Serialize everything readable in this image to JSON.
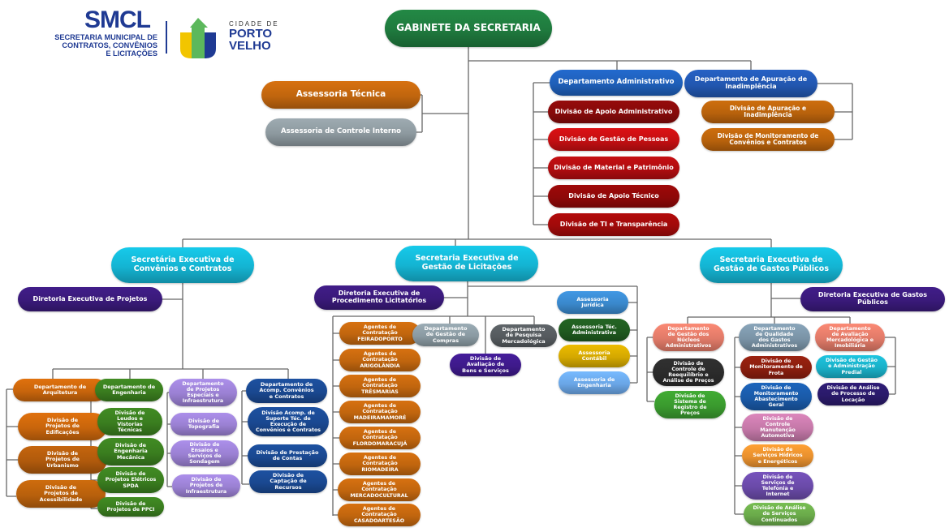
{
  "logo": {
    "acronym": "SMCL",
    "name": "SECRETARIA MUNICIPAL DE\nCONTRATOS, CONVÊNIOS\nE LICITAÇÕES",
    "city_small": "CIDADE DE",
    "city_name": "PORTO\nVELHO",
    "colors": {
      "blue": "#1f3a93",
      "green": "#5cb85c",
      "yellow": "#f2c500"
    }
  },
  "nodes": [
    {
      "id": "gabinete",
      "text": "GABINETE DA SECRETARIA",
      "color": "#1f7a3e"
    },
    {
      "id": "assessoria-tecnica",
      "text": "Assessoria Técnica",
      "color": "#c0650e"
    },
    {
      "id": "assessoria-controle-interno",
      "text": "Assessoria de Controle Interno",
      "color": "#8d999f"
    },
    {
      "id": "dep-administrativo",
      "text": "Departamento Administrativo",
      "color": "#1f5fb8"
    },
    {
      "id": "div-apoio-administrativo",
      "text": "Divisão de Apoio Administrativo",
      "color": "#860a0a"
    },
    {
      "id": "div-gestao-pessoas",
      "text": "Divisão de Gestão de Pessoas",
      "color": "#c40f12"
    },
    {
      "id": "div-material-patrimonio",
      "text": "Divisão de Material e Patrimônio",
      "color": "#b00d10"
    },
    {
      "id": "div-apoio-tecnico",
      "text": "Divisão de Apoio Técnico",
      "color": "#8e0808"
    },
    {
      "id": "div-ti-transparencia",
      "text": "Divisão de TI e Transparência",
      "color": "#a00a0a"
    },
    {
      "id": "dep-apuracao-inadimplencia",
      "text": "Departamento de Apuração de\nInadimplência",
      "color": "#2257b0"
    },
    {
      "id": "div-apuracao-inadimplencia",
      "text": "Divisão de Apuração e\nInadimplência",
      "color": "#b8620c"
    },
    {
      "id": "div-monitoramento-convenios",
      "text": "Divisão de Monitoramento de\nConvênios e Contratos",
      "color": "#b8620c"
    },
    {
      "id": "sec-convenios-contratos",
      "text": "Secretária Executiva de\nConvênios e Contratos",
      "color": "#14b4d2"
    },
    {
      "id": "sec-gestao-licitacoes",
      "text": "Secretaria Executiva de\nGestão de Licitações",
      "color": "#14b4d2"
    },
    {
      "id": "sec-gastos-publicos",
      "text": "Secretaria Executiva de\nGestão de Gastos Públicos",
      "color": "#14b4d2"
    },
    {
      "id": "dir-exec-projetos",
      "text": "Diretoria  Executiva de Projetos",
      "color": "#3a1a7a"
    },
    {
      "id": "dep-arquitetura",
      "text": "Departamento de\nArquitetura",
      "color": "#c8650c"
    },
    {
      "id": "div-projetos-edificacoes",
      "text": "Divisão de\nProjetos de\nEdificações",
      "color": "#c8650c"
    },
    {
      "id": "div-projetos-urbanismo",
      "text": "Divisão de\nProjetos de\nUrbanismo",
      "color": "#b05a0c"
    },
    {
      "id": "div-projetos-acessibilidade",
      "text": "Divisão de\nProjetos de\nAcessibilidade",
      "color": "#b8600c"
    },
    {
      "id": "dep-engenharia",
      "text": "Departamento de\nEngenharia",
      "color": "#3a7d1f"
    },
    {
      "id": "div-laudos-vistorias",
      "text": "Divisão de\nLeudos e\nVistorias\nTécnicas",
      "color": "#3a7d1f"
    },
    {
      "id": "div-engenharia-mecanica",
      "text": "Divisão de\nEngenharia\nMecânica",
      "color": "#3a7d1f"
    },
    {
      "id": "div-projetos-eletricos",
      "text": "Divisão de\nProjetos Elétricos\nSPDA",
      "color": "#3a7d1f"
    },
    {
      "id": "div-projetos-ppci",
      "text": "Divisão de\nProjetos de PPCI",
      "color": "#3a7d1f"
    },
    {
      "id": "dep-projetos-especiais",
      "text": "Departamento\nde Projetos\nEspeciais e\nInfraestrutura",
      "color": "#9a80d2"
    },
    {
      "id": "div-topografia",
      "text": "Divisão de\nTopografia",
      "color": "#9a80d2"
    },
    {
      "id": "div-ensaios-sondagem",
      "text": "Divisão de\nEnsaios e\nServiços de\nSondagem",
      "color": "#9a80d2"
    },
    {
      "id": "div-projetos-infraestrutura",
      "text": "Divisão de\nProjetos de\nInfraestrutura",
      "color": "#9a80d2"
    },
    {
      "id": "dep-acomp-convenios",
      "text": "Departamento de\nAcomp.  Convênios\ne Contratos",
      "color": "#1a4890"
    },
    {
      "id": "div-acomp-suporte",
      "text": "Divisão Acomp. de\nSuporte Téc. de\nExecução  de\nConvênios e Contratos",
      "color": "#1a4890"
    },
    {
      "id": "div-prestacao-contas",
      "text": "Divisão de Prestação\nde Contas",
      "color": "#1a4890"
    },
    {
      "id": "div-captacao-recursos",
      "text": "Divisão de\nCaptação de\nRecursos",
      "color": "#1a4890"
    },
    {
      "id": "dir-exec-procedimento",
      "text": "Diretoria Executiva de\nProcedimento Licitatórios",
      "color": "#3a1a7a"
    },
    {
      "id": "agentes-feiradoporto",
      "text": "Agentes de\nContratação\nFEIRADOPORTO",
      "color": "#c0650e"
    },
    {
      "id": "agentes-arigolandia",
      "text": "Agentes de\nContratação\nARIGOLÂNDIA",
      "color": "#c0650e"
    },
    {
      "id": "agentes-tresmarias",
      "text": "Agentes de\nContratação\nTRÊSMARIAS",
      "color": "#c0650e"
    },
    {
      "id": "agentes-madeiramamore",
      "text": "Agentes de\nContratação\nMADEIRAMAMORÉ",
      "color": "#c0650e"
    },
    {
      "id": "agentes-flordomaracuja",
      "text": "Agentes de\nContratação\nFLORDOMARACUJÁ",
      "color": "#c0650e"
    },
    {
      "id": "agentes-riomadeira",
      "text": "Agentes de\nContratação\nRIOMADEIRA",
      "color": "#c0650e"
    },
    {
      "id": "agentes-mercadocultural",
      "text": "Agentes de\nContratação\nMERCADOCULTURAL",
      "color": "#c0650e"
    },
    {
      "id": "agentes-casadoartesao",
      "text": "Agentes de\nContratação\nCASADOARTESÃO",
      "color": "#c0650e"
    },
    {
      "id": "dep-gestao-compras",
      "text": "Departamento\nde Gestão de\nCompras",
      "color": "#8a9aa2"
    },
    {
      "id": "dep-pesquisa-mercadologica",
      "text": "Departamento\nde Pesquisa\nMercadológica",
      "color": "#555a5e"
    },
    {
      "id": "div-avaliacao-bens-servicos",
      "text": "Divisão de\nAvaliação de\nBens e Serviços",
      "color": "#3e1a8a"
    },
    {
      "id": "assessoria-juridica",
      "text": "Assessoria\nJurídica",
      "color": "#3a88cc"
    },
    {
      "id": "assessoria-tec-administrativa",
      "text": "Assessoria Téc.\nAdministrativa",
      "color": "#1f5a1f"
    },
    {
      "id": "assessoria-contabil",
      "text": "Assessoria\nContábil",
      "color": "#d4a800"
    },
    {
      "id": "assessoria-engenharia",
      "text": "Assessoria de\nEngenharia",
      "color": "#6aa6e6"
    },
    {
      "id": "dir-exec-gastos",
      "text": "Diretoria Executiva de Gastos\nPúblicos",
      "color": "#3a1a7a"
    },
    {
      "id": "dep-gestao-nucleos",
      "text": "Departamento\nde Gestão dos\nNúcleos\nAdministrativos",
      "color": "#e07a68"
    },
    {
      "id": "div-controle-reequilibrio",
      "text": "Divisão de\nControle de\nReequilíbrio e\nAnálise de Preços",
      "color": "#2b2b2b"
    },
    {
      "id": "div-sistema-registro-precos",
      "text": "Divisão de\nSistema de\nRegistro de\nPreços",
      "color": "#3a9a2e"
    },
    {
      "id": "dep-qualidade-gastos",
      "text": "Departamento\nde Qualidade\ndos Gastos\nAdministrativos",
      "color": "#7a93a6"
    },
    {
      "id": "div-monitoramento-frota",
      "text": "Divisão de\nMonitoramento de\nFrota",
      "color": "#8a1e0e"
    },
    {
      "id": "div-monitoramento-abastecimento",
      "text": "Divisão de\nMonitoramento\nAbastecimento\nGeral",
      "color": "#1a5aa8"
    },
    {
      "id": "div-controle-manutencao",
      "text": "Divisão de\nControle\nManutenção\nAutomotiva",
      "color": "#c478a8"
    },
    {
      "id": "div-servicos-hidricos",
      "text": "Divisão de\nServiços Hídricos\ne Energéticos",
      "color": "#e8902e"
    },
    {
      "id": "div-servicos-telefonia",
      "text": "Divisão de\nServiços de\nTelefonia e\nInternet",
      "color": "#6a4aa8"
    },
    {
      "id": "div-analise-servicos-continuados",
      "text": "Divisão de Análise\nde Serviços\nContinuados",
      "color": "#6aaa4a"
    },
    {
      "id": "dep-avaliacao-mercadologica",
      "text": "Departamento\nde Avaliação\nMercadológica e\nImobiliária",
      "color": "#e07a68"
    },
    {
      "id": "div-gestao-predial",
      "text": "Divisão de Gestão\ne Administração\nPredial",
      "color": "#1ab0c8"
    },
    {
      "id": "div-analise-locacao",
      "text": "Divisão de Análise\nde Processo de\nLocação",
      "color": "#2a1a6a"
    }
  ]
}
